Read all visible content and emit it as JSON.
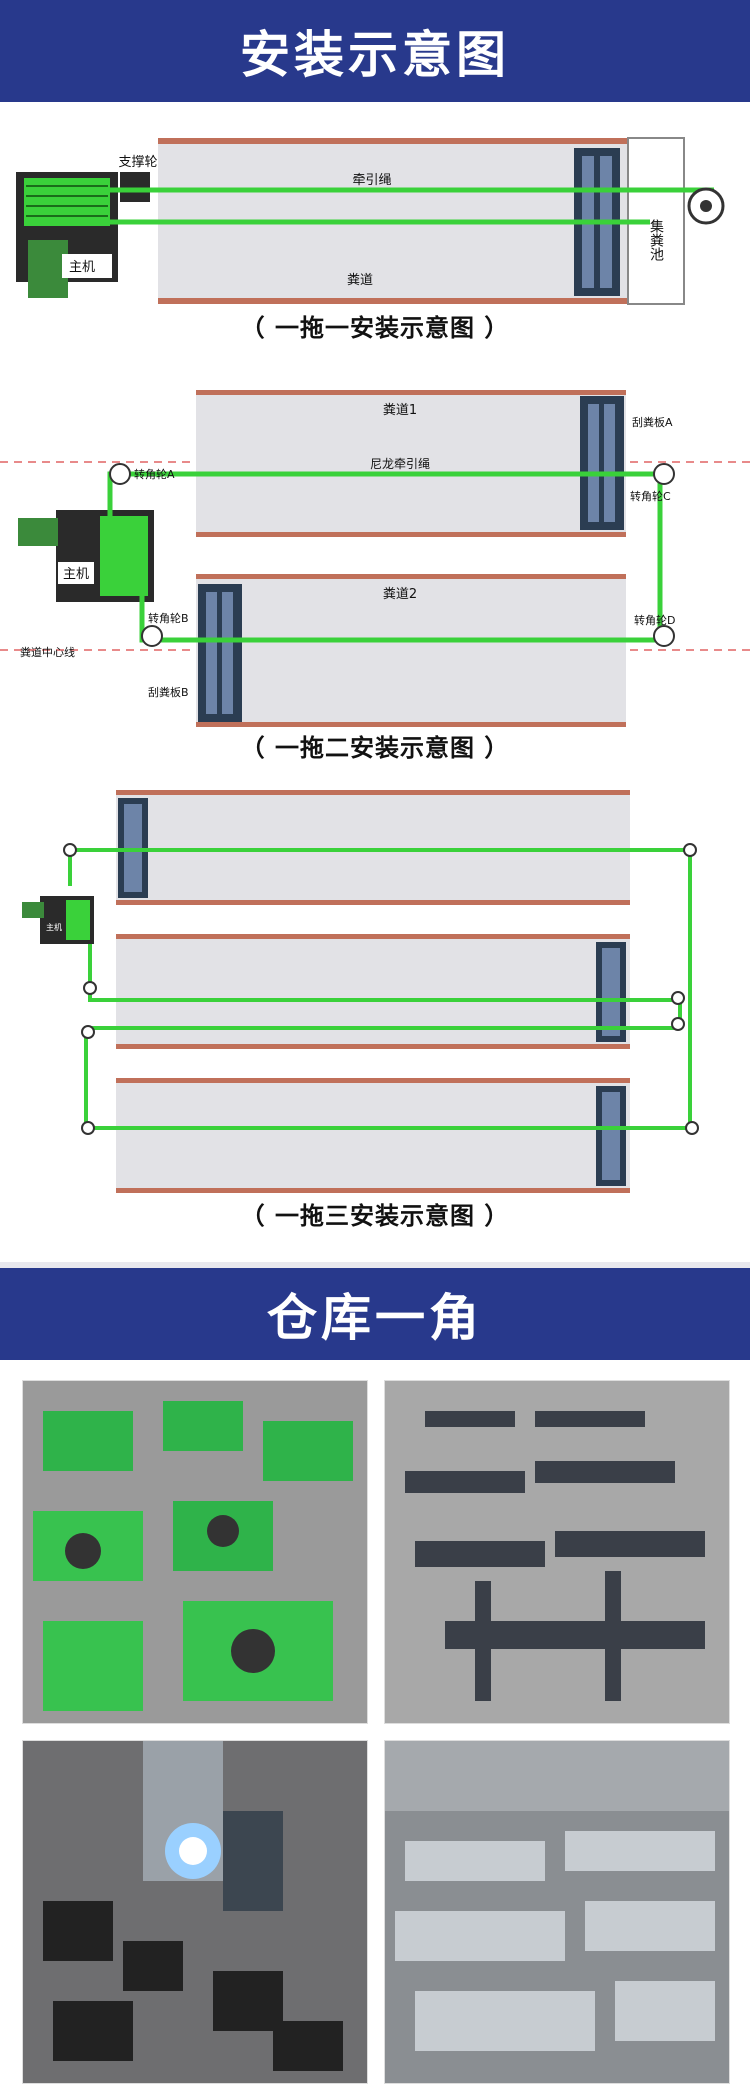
{
  "banner_install": {
    "title": "安装示意图"
  },
  "banner_warehouse": {
    "title": "仓库一角"
  },
  "diagram1": {
    "support_wheel": "支撑轮",
    "traction_rope": "牵引绳",
    "host": "主机",
    "channel": "粪道",
    "collector": "集粪池",
    "caption": "（ 一拖一安装示意图 ）"
  },
  "diagram2": {
    "channel1": "粪道1",
    "channel2": "粪道2",
    "nylon_rope": "尼龙牵引绳",
    "scraper_a": "刮粪板A",
    "scraper_b": "刮粪板B",
    "wheel_a": "转角轮A",
    "wheel_b": "转角轮B",
    "wheel_c": "转角轮C",
    "wheel_d": "转角轮D",
    "host": "主机",
    "center_line": "粪道中心线",
    "caption": "（ 一拖二安装示意图 ）"
  },
  "diagram3": {
    "host": "主机",
    "caption": "（ 一拖三安装示意图 ）"
  },
  "colors": {
    "banner": "#28398c",
    "rope": "#3ad13a",
    "channel": "#e2e2e6",
    "channel_edge": "#c0705a",
    "scraper": "#2b3d52"
  }
}
